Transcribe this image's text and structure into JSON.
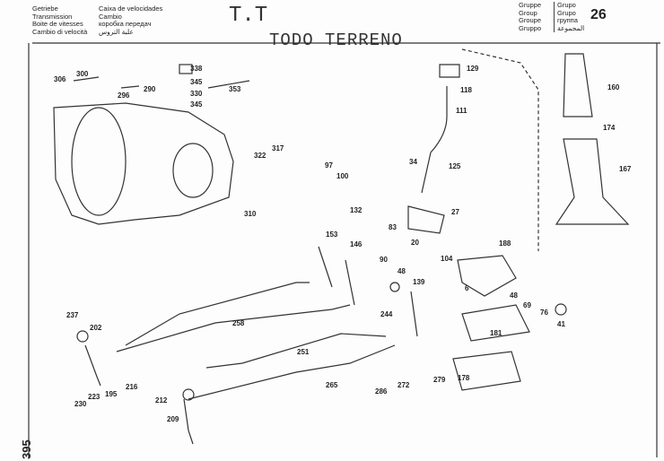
{
  "header": {
    "left_col1": [
      "Getriebe",
      "Transmission",
      "Boite de vitesses",
      "Cambio di velocità"
    ],
    "left_col2": [
      "Caixa de velocidades",
      "Cambio",
      "коробка передач",
      "علبة التروس"
    ],
    "group_col1": [
      "Gruppe",
      "Group",
      "Groupe",
      "Gruppo"
    ],
    "group_col2": [
      "Grupo",
      "Grupo",
      "группа",
      "المجموعة"
    ],
    "group_number": "26"
  },
  "handwritten": {
    "title": "T.T",
    "subtitle": "TODO TERRENO"
  },
  "page_number": "395",
  "parts": [
    "306",
    "300",
    "290",
    "296",
    "338",
    "345",
    "330",
    "345",
    "353",
    "322",
    "317",
    "310",
    "97",
    "100",
    "132",
    "129",
    "118",
    "111",
    "34",
    "125",
    "27",
    "83",
    "20",
    "104",
    "188",
    "160",
    "174",
    "167",
    "153",
    "146",
    "90",
    "48",
    "139",
    "6",
    "48",
    "69",
    "76",
    "41",
    "244",
    "181",
    "258",
    "251",
    "237",
    "202",
    "216",
    "195",
    "223",
    "230",
    "212",
    "209",
    "265",
    "286",
    "272",
    "279",
    "178"
  ]
}
